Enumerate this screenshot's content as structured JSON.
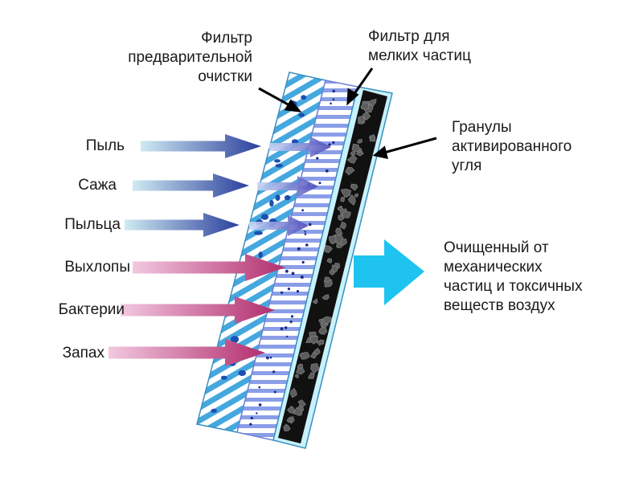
{
  "labels": {
    "prefilter": [
      "Фильтр",
      "предварительной",
      "очистки"
    ],
    "fine_filter": [
      "Фильтр для",
      "мелких частиц"
    ],
    "carbon": [
      "Гранулы",
      "активированного",
      "угля"
    ],
    "output": [
      "Очищенный от",
      "механических",
      "частиц и токсичных",
      "веществ воздух"
    ]
  },
  "pollutants": [
    {
      "label": "Пыль",
      "kind": "particle"
    },
    {
      "label": "Сажа",
      "kind": "particle"
    },
    {
      "label": "Пыльца",
      "kind": "particle"
    },
    {
      "label": "Выхлопы",
      "kind": "toxic"
    },
    {
      "label": "Бактерии",
      "kind": "toxic"
    },
    {
      "label": "Запах",
      "kind": "toxic"
    }
  ],
  "colors": {
    "particle_arrow_start": "#cfeaf2",
    "particle_arrow_end": "#2a3f9c",
    "toxic_arrow_start": "#f2c8e0",
    "toxic_arrow_end": "#b22f6e",
    "prefilter_stripe": "#44a8de",
    "fine_filter_stripe": "#8a9ee8",
    "carbon_fill": "#111111",
    "output_arrow": "#1ec4ef",
    "frame_outline": "#3a8fc0"
  }
}
